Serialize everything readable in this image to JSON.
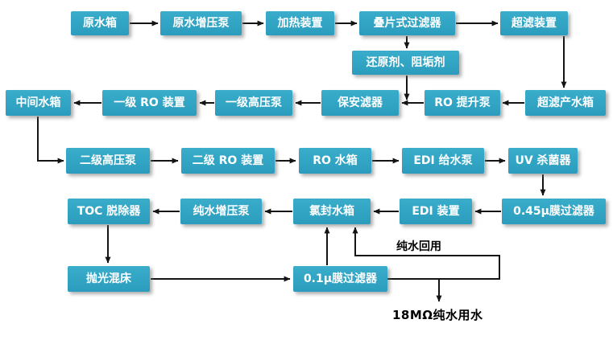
{
  "diagram": {
    "type": "process-flow",
    "subject": "ultrapure water treatment process flow",
    "accent_color": "#2fa3c5",
    "arrow_color": "#141414",
    "background_color": "#ffffff",
    "nodes": {
      "raw_water_tank": {
        "label": "原水箱"
      },
      "raw_water_booster_pump": {
        "label": "原水增压泵"
      },
      "heating_device": {
        "label": "加热装置"
      },
      "disc_filter": {
        "label": "叠片式过滤器"
      },
      "uf_device": {
        "label": "超滤装置"
      },
      "reducing_agent_antiscalant": {
        "label": "还原剂、阻垢剂"
      },
      "intermediate_water_tank": {
        "label": "中间水箱"
      },
      "stage1_ro_device": {
        "label": "一级 RO 装置"
      },
      "stage1_hp_pump": {
        "label": "一级高压泵"
      },
      "security_filter": {
        "label": "保安滤器"
      },
      "ro_lift_pump": {
        "label": "RO 提升泵"
      },
      "uf_product_tank": {
        "label": "超滤产水箱"
      },
      "stage2_hp_pump": {
        "label": "二级高压泵"
      },
      "stage2_ro_device": {
        "label": "二级 RO 装置"
      },
      "ro_water_tank": {
        "label": "RO 水箱"
      },
      "edi_feed_pump": {
        "label": "EDI 给水泵"
      },
      "uv_sterilizer": {
        "label": "UV 杀菌器"
      },
      "toc_remover": {
        "label": "TOC 脱除器"
      },
      "pure_water_booster_pump": {
        "label": "纯水增压泵"
      },
      "sealed_water_tank": {
        "label": "氯封水箱"
      },
      "edi_device": {
        "label": "EDI 装置"
      },
      "filter_045": {
        "label": "0.45μ膜过滤器"
      },
      "polishing_mixed_bed": {
        "label": "抛光混床"
      },
      "filter_01": {
        "label": "0.1μ膜过滤器"
      }
    },
    "annotations": {
      "pure_water_reuse": "纯水回用",
      "output_water": "18MΩ纯水用水"
    },
    "edges": [
      {
        "from": "raw_water_tank",
        "to": "raw_water_booster_pump"
      },
      {
        "from": "raw_water_booster_pump",
        "to": "heating_device"
      },
      {
        "from": "heating_device",
        "to": "disc_filter"
      },
      {
        "from": "disc_filter",
        "to": "uf_device"
      },
      {
        "from": "disc_filter",
        "to": "reducing_agent_antiscalant"
      },
      {
        "from": "reducing_agent_antiscalant",
        "to": "line:ro_lift_pump-security_filter"
      },
      {
        "from": "uf_device",
        "to": "uf_product_tank"
      },
      {
        "from": "uf_product_tank",
        "to": "ro_lift_pump"
      },
      {
        "from": "ro_lift_pump",
        "to": "security_filter"
      },
      {
        "from": "security_filter",
        "to": "stage1_hp_pump"
      },
      {
        "from": "stage1_hp_pump",
        "to": "stage1_ro_device"
      },
      {
        "from": "stage1_ro_device",
        "to": "intermediate_water_tank"
      },
      {
        "from": "intermediate_water_tank",
        "to": "stage2_hp_pump"
      },
      {
        "from": "stage2_hp_pump",
        "to": "stage2_ro_device"
      },
      {
        "from": "stage2_ro_device",
        "to": "ro_water_tank"
      },
      {
        "from": "ro_water_tank",
        "to": "edi_feed_pump"
      },
      {
        "from": "edi_feed_pump",
        "to": "uv_sterilizer"
      },
      {
        "from": "uv_sterilizer",
        "to": "filter_045"
      },
      {
        "from": "filter_045",
        "to": "edi_device"
      },
      {
        "from": "edi_device",
        "to": "sealed_water_tank"
      },
      {
        "from": "sealed_water_tank",
        "to": "pure_water_booster_pump"
      },
      {
        "from": "pure_water_booster_pump",
        "to": "toc_remover"
      },
      {
        "from": "toc_remover",
        "to": "polishing_mixed_bed"
      },
      {
        "from": "polishing_mixed_bed",
        "to": "filter_01"
      },
      {
        "from": "filter_01",
        "to": "sealed_water_tank"
      },
      {
        "from": "filter_01",
        "to": "annotation:output_water"
      },
      {
        "from": "filter_01",
        "to": "sealed_water_tank",
        "label": "纯水回用"
      }
    ]
  }
}
